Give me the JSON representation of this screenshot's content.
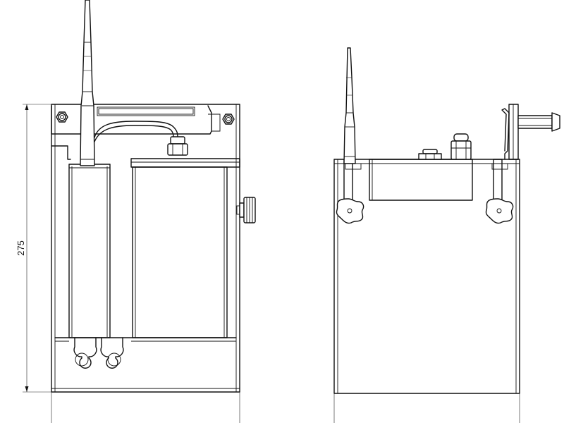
{
  "dimensions": {
    "height_label": "275"
  },
  "views": [
    {
      "id": "front-view"
    },
    {
      "id": "side-view"
    }
  ]
}
